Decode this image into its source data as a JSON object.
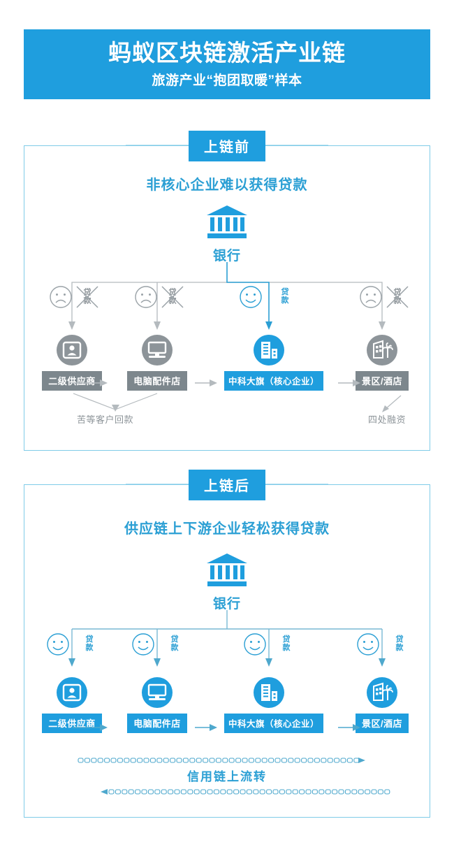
{
  "banner": {
    "title": "蚂蚁区块链激活产业链",
    "subtitle": "旅游产业“抱团取暖”样本",
    "bg_color": "#1f9ede"
  },
  "colors": {
    "brand_blue": "#1f9ede",
    "accent_teal": "#2b9fd4",
    "gray": "#7d878d",
    "light_gray": "#9aa2a7",
    "frame_border": "#7fcbe8"
  },
  "sections": [
    {
      "id": "before",
      "badge": "上链前",
      "title": "非核心企业难以获得贷款",
      "bank": {
        "label": "银行",
        "icon": "bank-icon",
        "color": "#1f9ede"
      },
      "branches": [
        {
          "face": "sad-face-icon",
          "mood": "sad",
          "loan_label": "贷款",
          "loan_struck": true,
          "color": "gray"
        },
        {
          "face": "sad-face-icon",
          "mood": "sad",
          "loan_label": "贷款",
          "loan_struck": true,
          "color": "gray"
        },
        {
          "face": "happy-face-icon",
          "mood": "happy",
          "loan_label": "贷款",
          "loan_struck": false,
          "color": "blue"
        },
        {
          "face": "sad-face-icon",
          "mood": "sad",
          "loan_label": "贷款",
          "loan_struck": true,
          "color": "gray"
        }
      ],
      "entities": [
        {
          "label": "二级供应商",
          "icon": "supplier-person-icon",
          "color": "gray"
        },
        {
          "label": "电脑配件店",
          "icon": "computer-monitor-icon",
          "color": "gray"
        },
        {
          "label": "中科大旗（核心企业）",
          "icon": "office-building-icon",
          "color": "blue"
        },
        {
          "label": "景区/酒店",
          "icon": "resort-hotel-icon",
          "color": "gray"
        }
      ],
      "notes": [
        {
          "name": "wait-payment-note",
          "text": "苦等客户回款"
        },
        {
          "name": "seek-financing-note",
          "text": "四处融资"
        }
      ]
    },
    {
      "id": "after",
      "badge": "上链后",
      "title": "供应链上下游企业轻松获得贷款",
      "bank": {
        "label": "银行",
        "icon": "bank-icon",
        "color": "#1f9ede"
      },
      "branches": [
        {
          "face": "happy-face-icon",
          "mood": "happy",
          "loan_label": "贷款",
          "loan_struck": false,
          "color": "blue"
        },
        {
          "face": "happy-face-icon",
          "mood": "happy",
          "loan_label": "贷款",
          "loan_struck": false,
          "color": "blue"
        },
        {
          "face": "happy-face-icon",
          "mood": "happy",
          "loan_label": "贷款",
          "loan_struck": false,
          "color": "blue"
        },
        {
          "face": "happy-face-icon",
          "mood": "happy",
          "loan_label": "贷款",
          "loan_struck": false,
          "color": "blue"
        }
      ],
      "entities": [
        {
          "label": "二级供应商",
          "icon": "supplier-person-icon",
          "color": "blue"
        },
        {
          "label": "电脑配件店",
          "icon": "computer-monitor-icon",
          "color": "blue"
        },
        {
          "label": "中科大旗（核心企业）",
          "icon": "office-building-icon",
          "color": "blue"
        },
        {
          "label": "景区/酒店",
          "icon": "resort-hotel-icon",
          "color": "blue"
        }
      ],
      "chain_flow": {
        "label": "信用链上流转",
        "top_direction": "right",
        "bottom_direction": "left"
      }
    }
  ]
}
